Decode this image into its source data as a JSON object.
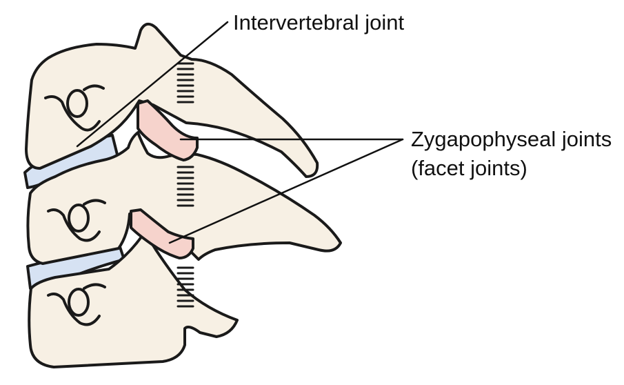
{
  "labels": {
    "intervertebral": "Intervertebral joint",
    "zygapophyseal_line1": "Zygapophyseal joints",
    "zygapophyseal_line2": "(facet joints)"
  },
  "colors": {
    "bone": "#f7f0e4",
    "outline": "#1a1a1a",
    "disc": "#d6e2f3",
    "facet": "#f6d3cc",
    "leader": "#111111"
  }
}
